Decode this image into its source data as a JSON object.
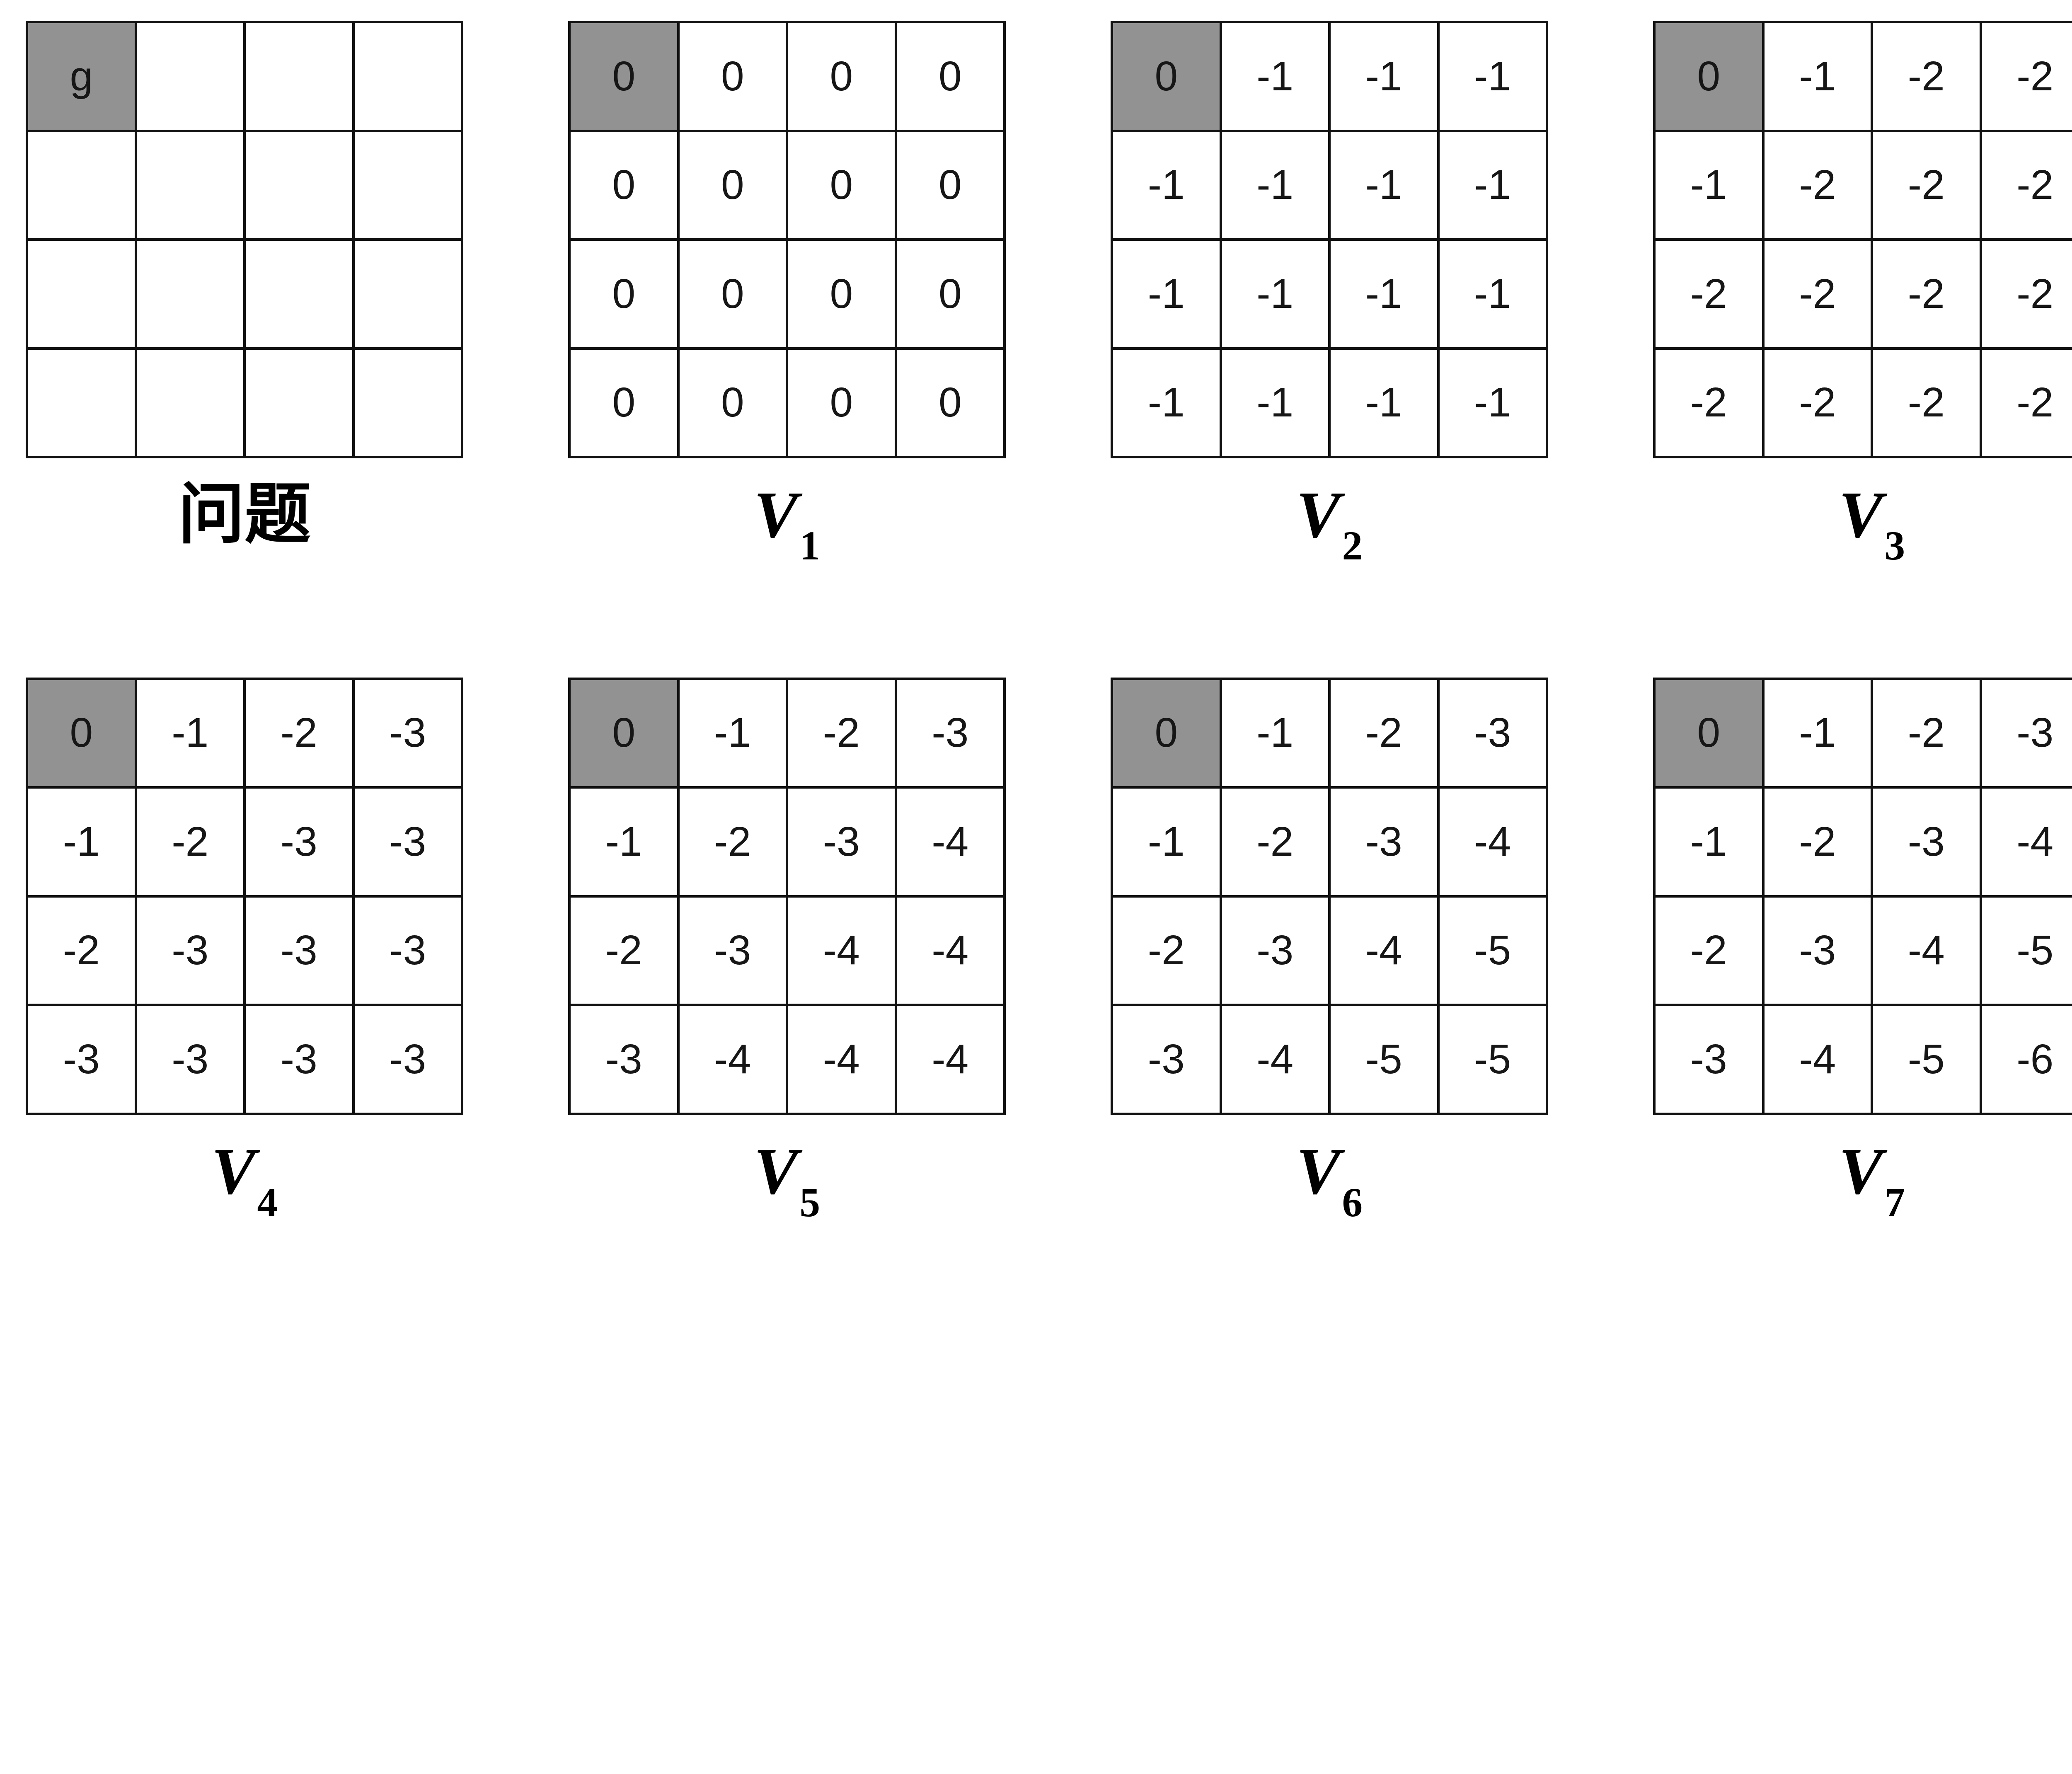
{
  "figure": {
    "highlight_color": "#929292",
    "grid_line_color": "#111111",
    "panels": [
      {
        "id": "problem",
        "caption": "问题",
        "sub": "",
        "highlight_cell": [
          0,
          0
        ],
        "rows": [
          [
            "g",
            "",
            "",
            ""
          ],
          [
            "",
            "",
            "",
            ""
          ],
          [
            "",
            "",
            "",
            ""
          ],
          [
            "",
            "",
            "",
            ""
          ]
        ]
      },
      {
        "id": "v1",
        "caption": "V",
        "sub": "1",
        "highlight_cell": [
          0,
          0
        ],
        "rows": [
          [
            "0",
            "0",
            "0",
            "0"
          ],
          [
            "0",
            "0",
            "0",
            "0"
          ],
          [
            "0",
            "0",
            "0",
            "0"
          ],
          [
            "0",
            "0",
            "0",
            "0"
          ]
        ]
      },
      {
        "id": "v2",
        "caption": "V",
        "sub": "2",
        "highlight_cell": [
          0,
          0
        ],
        "rows": [
          [
            "0",
            "-1",
            "-1",
            "-1"
          ],
          [
            "-1",
            "-1",
            "-1",
            "-1"
          ],
          [
            "-1",
            "-1",
            "-1",
            "-1"
          ],
          [
            "-1",
            "-1",
            "-1",
            "-1"
          ]
        ]
      },
      {
        "id": "v3",
        "caption": "V",
        "sub": "3",
        "highlight_cell": [
          0,
          0
        ],
        "rows": [
          [
            "0",
            "-1",
            "-2",
            "-2"
          ],
          [
            "-1",
            "-2",
            "-2",
            "-2"
          ],
          [
            "-2",
            "-2",
            "-2",
            "-2"
          ],
          [
            "-2",
            "-2",
            "-2",
            "-2"
          ]
        ]
      },
      {
        "id": "v4",
        "caption": "V",
        "sub": "4",
        "highlight_cell": [
          0,
          0
        ],
        "rows": [
          [
            "0",
            "-1",
            "-2",
            "-3"
          ],
          [
            "-1",
            "-2",
            "-3",
            "-3"
          ],
          [
            "-2",
            "-3",
            "-3",
            "-3"
          ],
          [
            "-3",
            "-3",
            "-3",
            "-3"
          ]
        ]
      },
      {
        "id": "v5",
        "caption": "V",
        "sub": "5",
        "highlight_cell": [
          0,
          0
        ],
        "rows": [
          [
            "0",
            "-1",
            "-2",
            "-3"
          ],
          [
            "-1",
            "-2",
            "-3",
            "-4"
          ],
          [
            "-2",
            "-3",
            "-4",
            "-4"
          ],
          [
            "-3",
            "-4",
            "-4",
            "-4"
          ]
        ]
      },
      {
        "id": "v6",
        "caption": "V",
        "sub": "6",
        "highlight_cell": [
          0,
          0
        ],
        "rows": [
          [
            "0",
            "-1",
            "-2",
            "-3"
          ],
          [
            "-1",
            "-2",
            "-3",
            "-4"
          ],
          [
            "-2",
            "-3",
            "-4",
            "-5"
          ],
          [
            "-3",
            "-4",
            "-5",
            "-5"
          ]
        ]
      },
      {
        "id": "v7",
        "caption": "V",
        "sub": "7",
        "highlight_cell": [
          0,
          0
        ],
        "rows": [
          [
            "0",
            "-1",
            "-2",
            "-3"
          ],
          [
            "-1",
            "-2",
            "-3",
            "-4"
          ],
          [
            "-2",
            "-3",
            "-4",
            "-5"
          ],
          [
            "-3",
            "-4",
            "-5",
            "-6"
          ]
        ]
      }
    ]
  }
}
